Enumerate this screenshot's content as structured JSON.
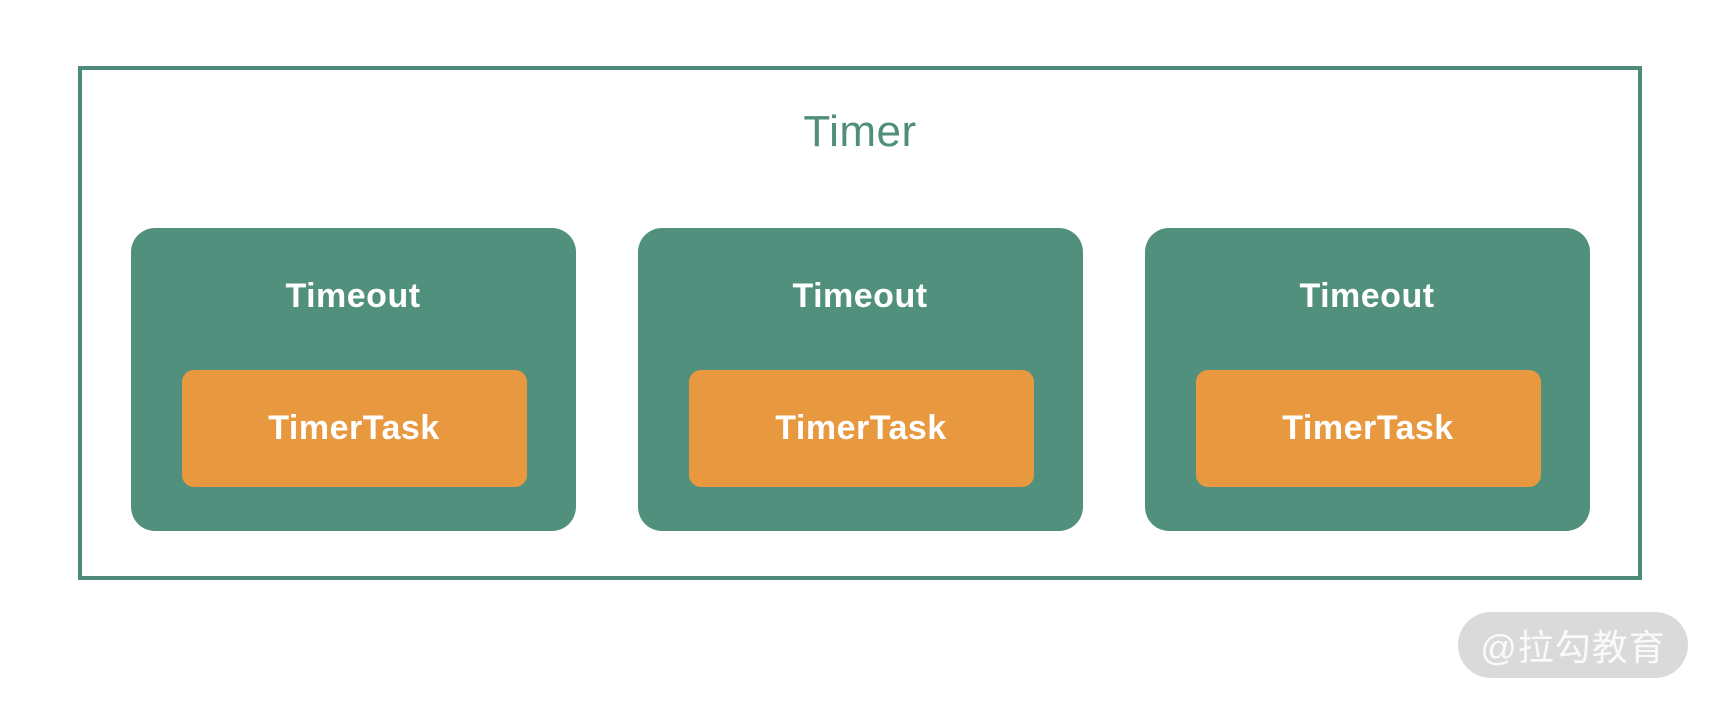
{
  "diagram": {
    "title": "Timer",
    "timeouts": [
      {
        "label": "Timeout",
        "task": "TimerTask"
      },
      {
        "label": "Timeout",
        "task": "TimerTask"
      },
      {
        "label": "Timeout",
        "task": "TimerTask"
      }
    ],
    "colors": {
      "outer_border": "#4e8a79",
      "title_text": "#4e8e7b",
      "timeout_fill": "#52907e",
      "timertask_fill": "#e8983e",
      "box_label_text": "#ffffff",
      "watermark_fill": "#dadada",
      "watermark_text": "#fafafa",
      "background": "#ffffff"
    }
  },
  "watermark": {
    "label": "@拉勾教育"
  }
}
